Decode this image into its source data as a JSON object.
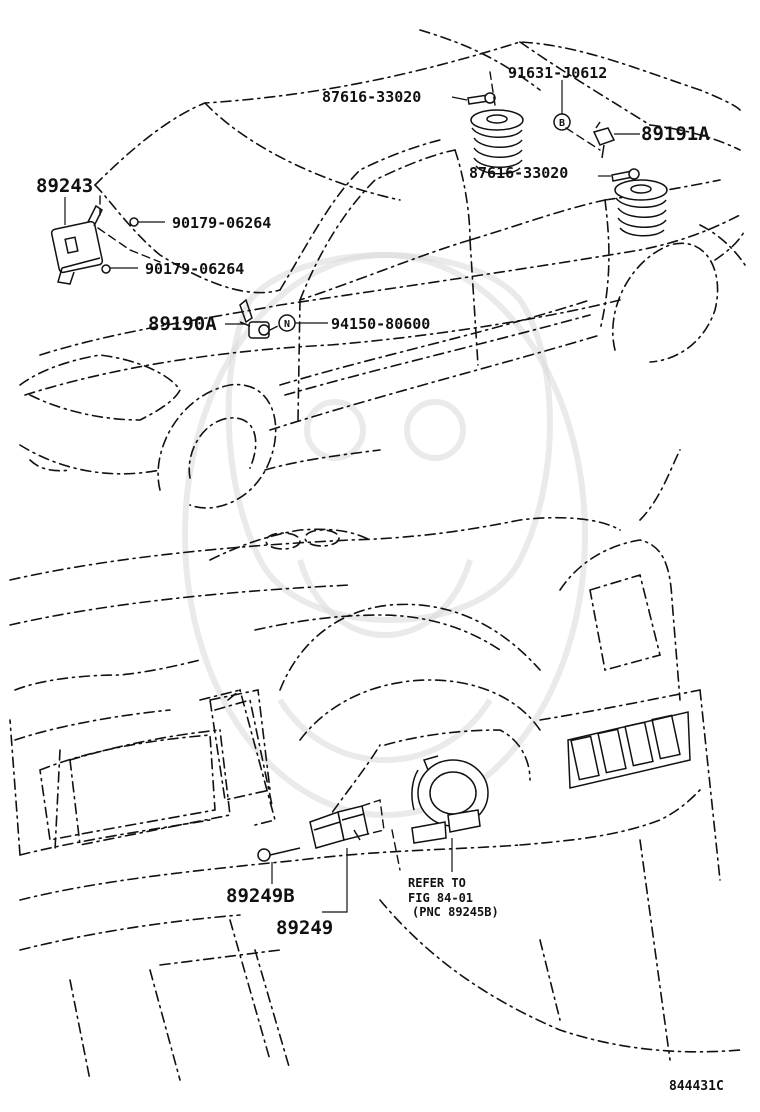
{
  "diagram_id": "844431C",
  "callouts": {
    "p89243": "89243",
    "p90179_a": "90179-06264",
    "p90179_b": "90179-06264",
    "p89190A": "89190A",
    "p94150": "94150-80600",
    "p87616_a": "87616-33020",
    "p87616_b": "87616-33020",
    "p91631": "91631-J0612",
    "p89191A": "89191A",
    "p89249B": "89249B",
    "p89249": "89249"
  },
  "markers": {
    "n": "N",
    "b": "B"
  },
  "refer": {
    "line1": "REFER TO",
    "line2": "FIG 84-01",
    "line3": "(PNC 89245B)"
  }
}
